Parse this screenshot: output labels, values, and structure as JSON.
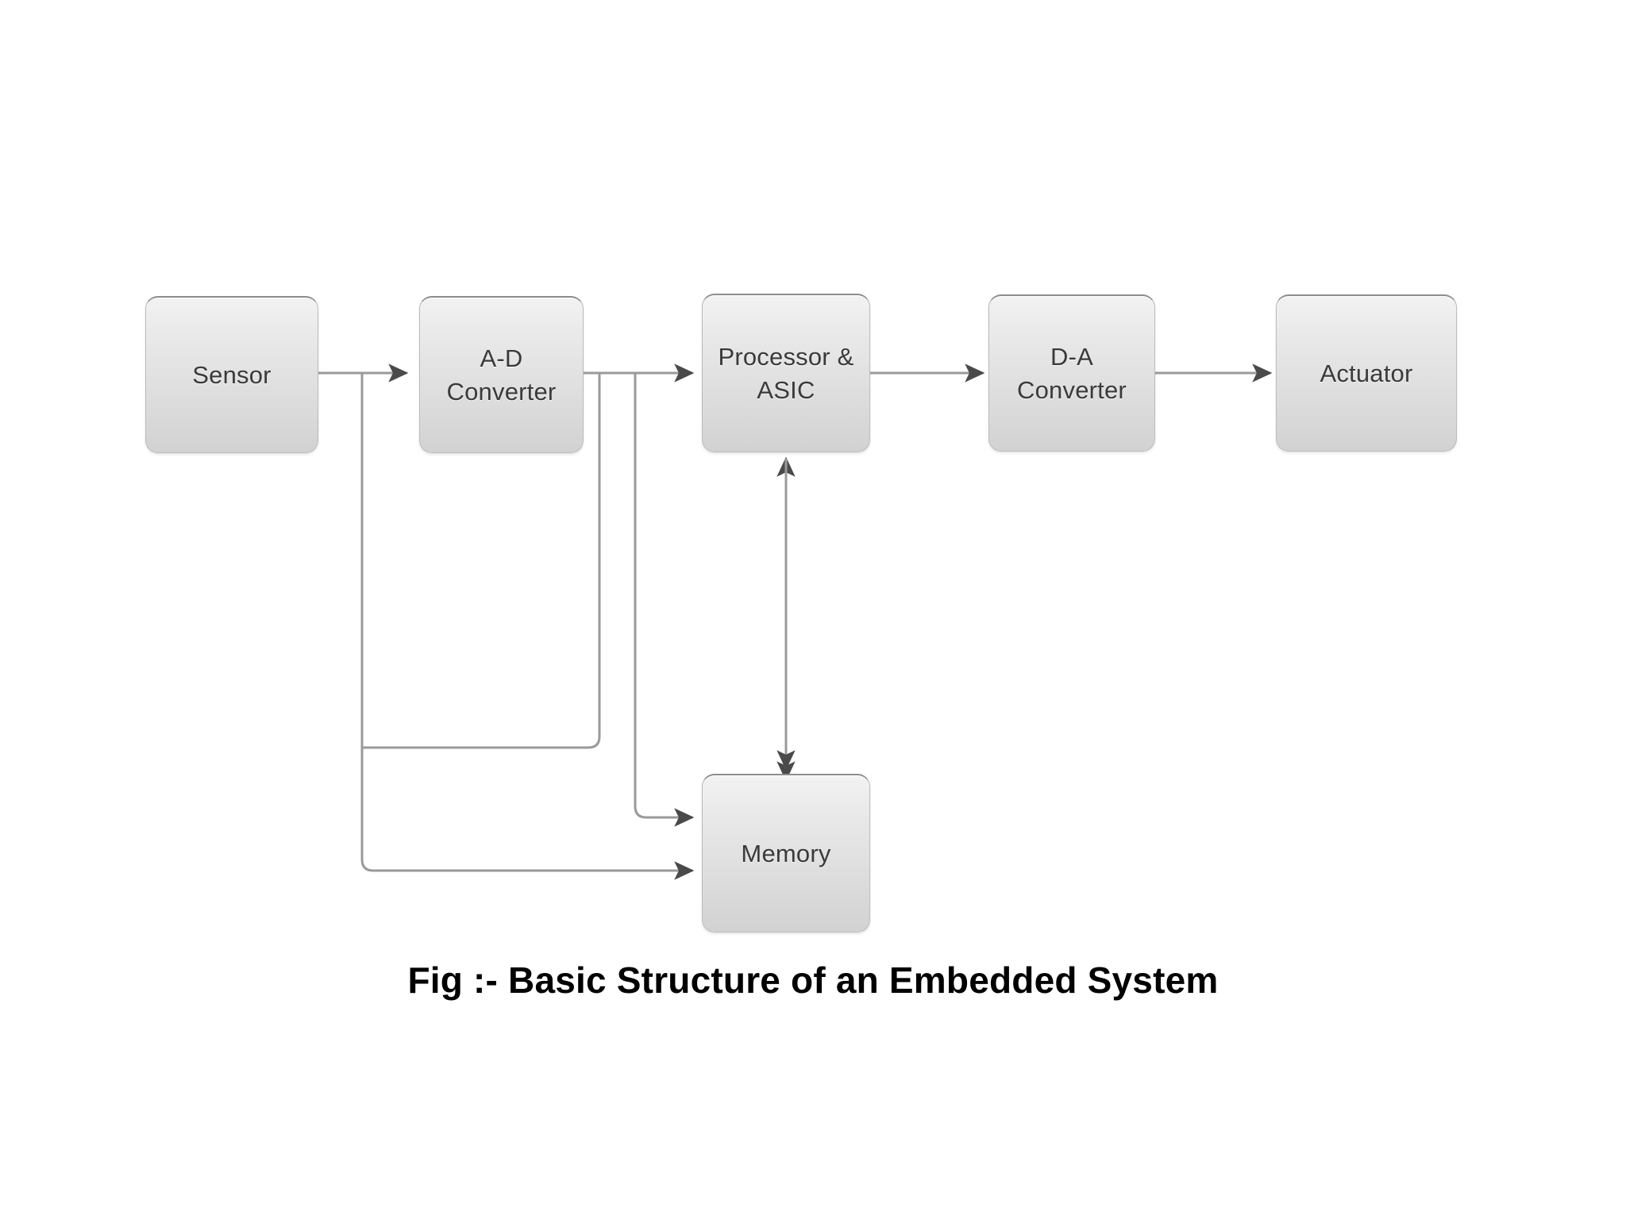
{
  "figure": {
    "caption": "Fig :- Basic Structure of an Embedded System",
    "background_color": "#ffffff",
    "node_fill_top": "#f2f2f2",
    "node_fill_bottom": "#d2d2d2",
    "node_border_color": "#bcbcbc",
    "wire_color": "#9a9a9a",
    "text_color": "#3a3a3a"
  },
  "nodes": [
    {
      "id": "sensor",
      "label": "Sensor"
    },
    {
      "id": "adc",
      "label": "A-D\nConverter"
    },
    {
      "id": "proc",
      "label": "Processor &\nASIC"
    },
    {
      "id": "dac",
      "label": "D-A\nConverter"
    },
    {
      "id": "actuator",
      "label": "Actuator"
    },
    {
      "id": "memory",
      "label": "Memory"
    }
  ],
  "connections": [
    {
      "from": "sensor",
      "to": "adc",
      "kind": "arrow",
      "direction": "right"
    },
    {
      "from": "adc",
      "to": "proc",
      "kind": "arrow",
      "direction": "right"
    },
    {
      "from": "proc",
      "to": "dac",
      "kind": "arrow",
      "direction": "right"
    },
    {
      "from": "dac",
      "to": "actuator",
      "kind": "arrow",
      "direction": "right"
    },
    {
      "from": "proc",
      "to": "memory",
      "kind": "arrow",
      "direction": "bidirectional"
    },
    {
      "from": "sensor",
      "to": "memory",
      "kind": "arrow",
      "direction": "right"
    },
    {
      "from": "adc",
      "to": "memory",
      "kind": "arrow",
      "direction": "right"
    }
  ]
}
